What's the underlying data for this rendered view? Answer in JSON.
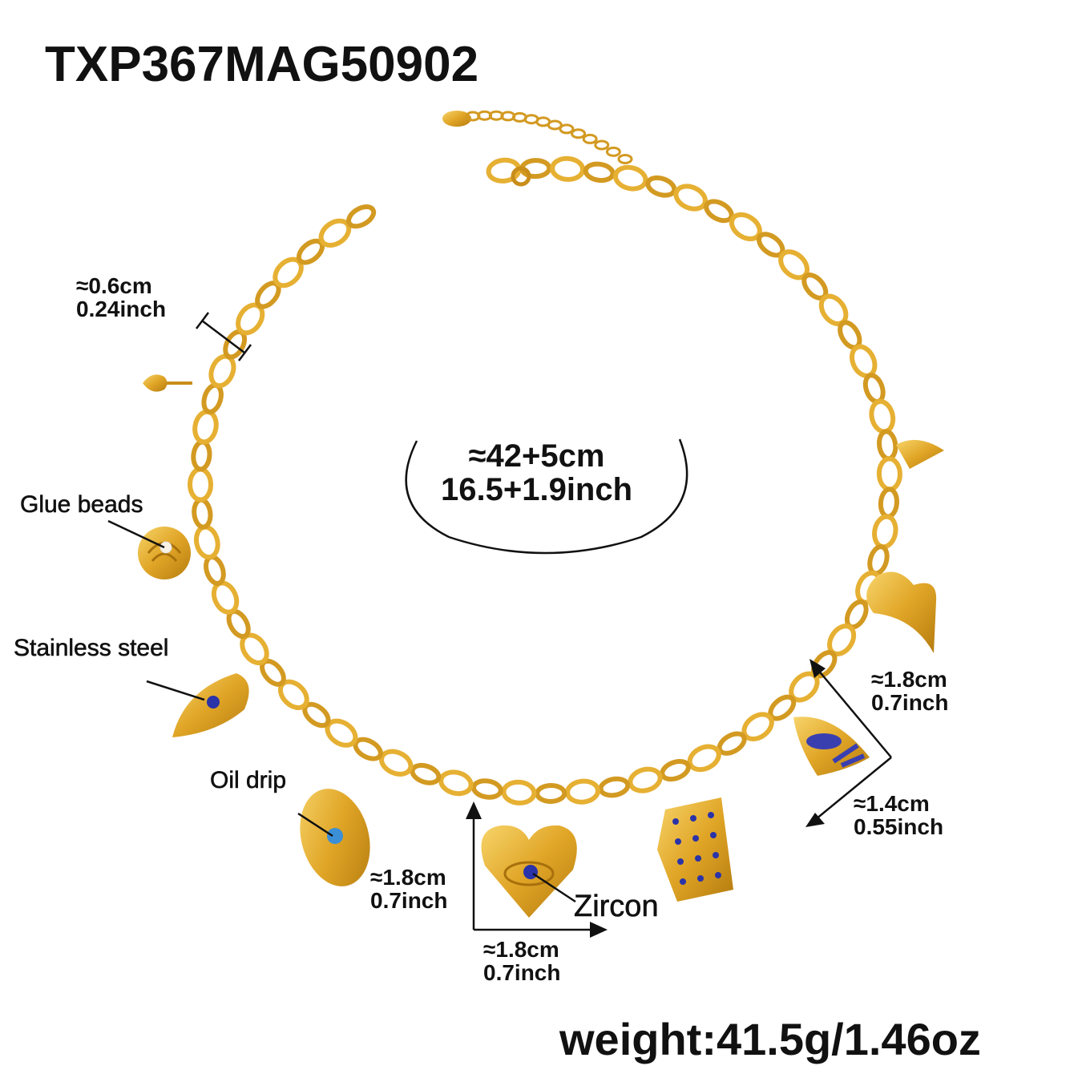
{
  "product": {
    "sku": "TXP367MAG50902",
    "length": {
      "cm": "≈42+5cm",
      "inch": "16.5+1.9inch"
    },
    "link_width": {
      "cm": "≈0.6cm",
      "inch": "0.24inch"
    },
    "weight": "weight:41.5g/1.46oz"
  },
  "materials": {
    "glue_beads": "Glue beads",
    "stainless_steel": "Stainless steel",
    "oil_drip": "Oil drip",
    "zircon": "Zircon"
  },
  "charm_sizes": {
    "heart_height": {
      "cm": "≈1.8cm",
      "inch": "0.7inch"
    },
    "heart_width": {
      "cm": "≈1.8cm",
      "inch": "0.7inch"
    },
    "triangle_height": {
      "cm": "≈1.8cm",
      "inch": "0.7inch"
    },
    "triangle_width": {
      "cm": "≈1.4cm",
      "inch": "0.55inch"
    }
  },
  "colors": {
    "gold": "#e0a526",
    "gold_dark": "#b57c10",
    "enamel_blue": "#3a3fb0",
    "text": "#111111"
  }
}
